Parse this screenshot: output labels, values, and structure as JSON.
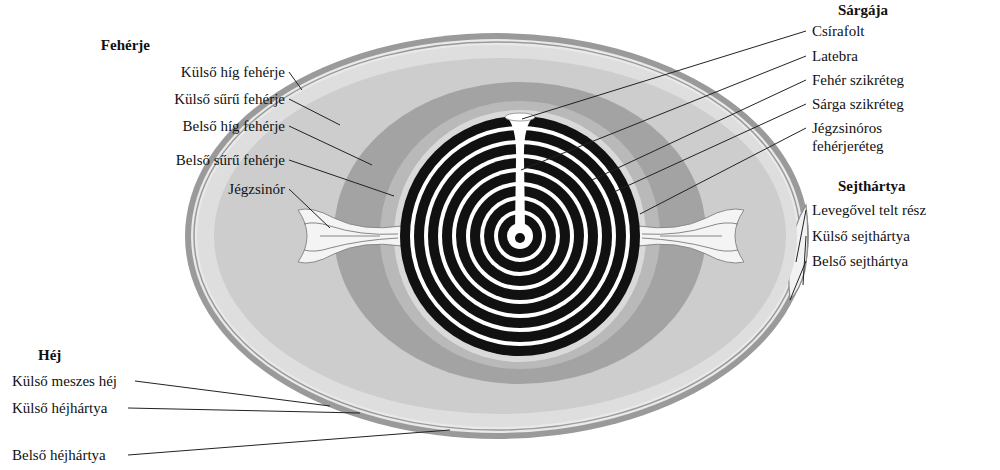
{
  "diagram": {
    "labels": [
      "Fehérje",
      "Külső híg fehérje",
      "Külső sűrű fehérje",
      "Belső híg fehérje",
      "Belső sűrű fehérje",
      "Jégzsinór",
      "Sárgája",
      "Csírafolt",
      "Latebra",
      "Fehér szikréteg",
      "Sárga szikréteg",
      "Jégzsinóros fehérjeréteg",
      "Sejthártya",
      "Levegővel telt rész",
      "Külső sejthártya",
      "Belső sejthártya",
      "Héj",
      "Külső meszes héj",
      "Külső héjhártya",
      "Belső héjhártya"
    ]
  }
}
